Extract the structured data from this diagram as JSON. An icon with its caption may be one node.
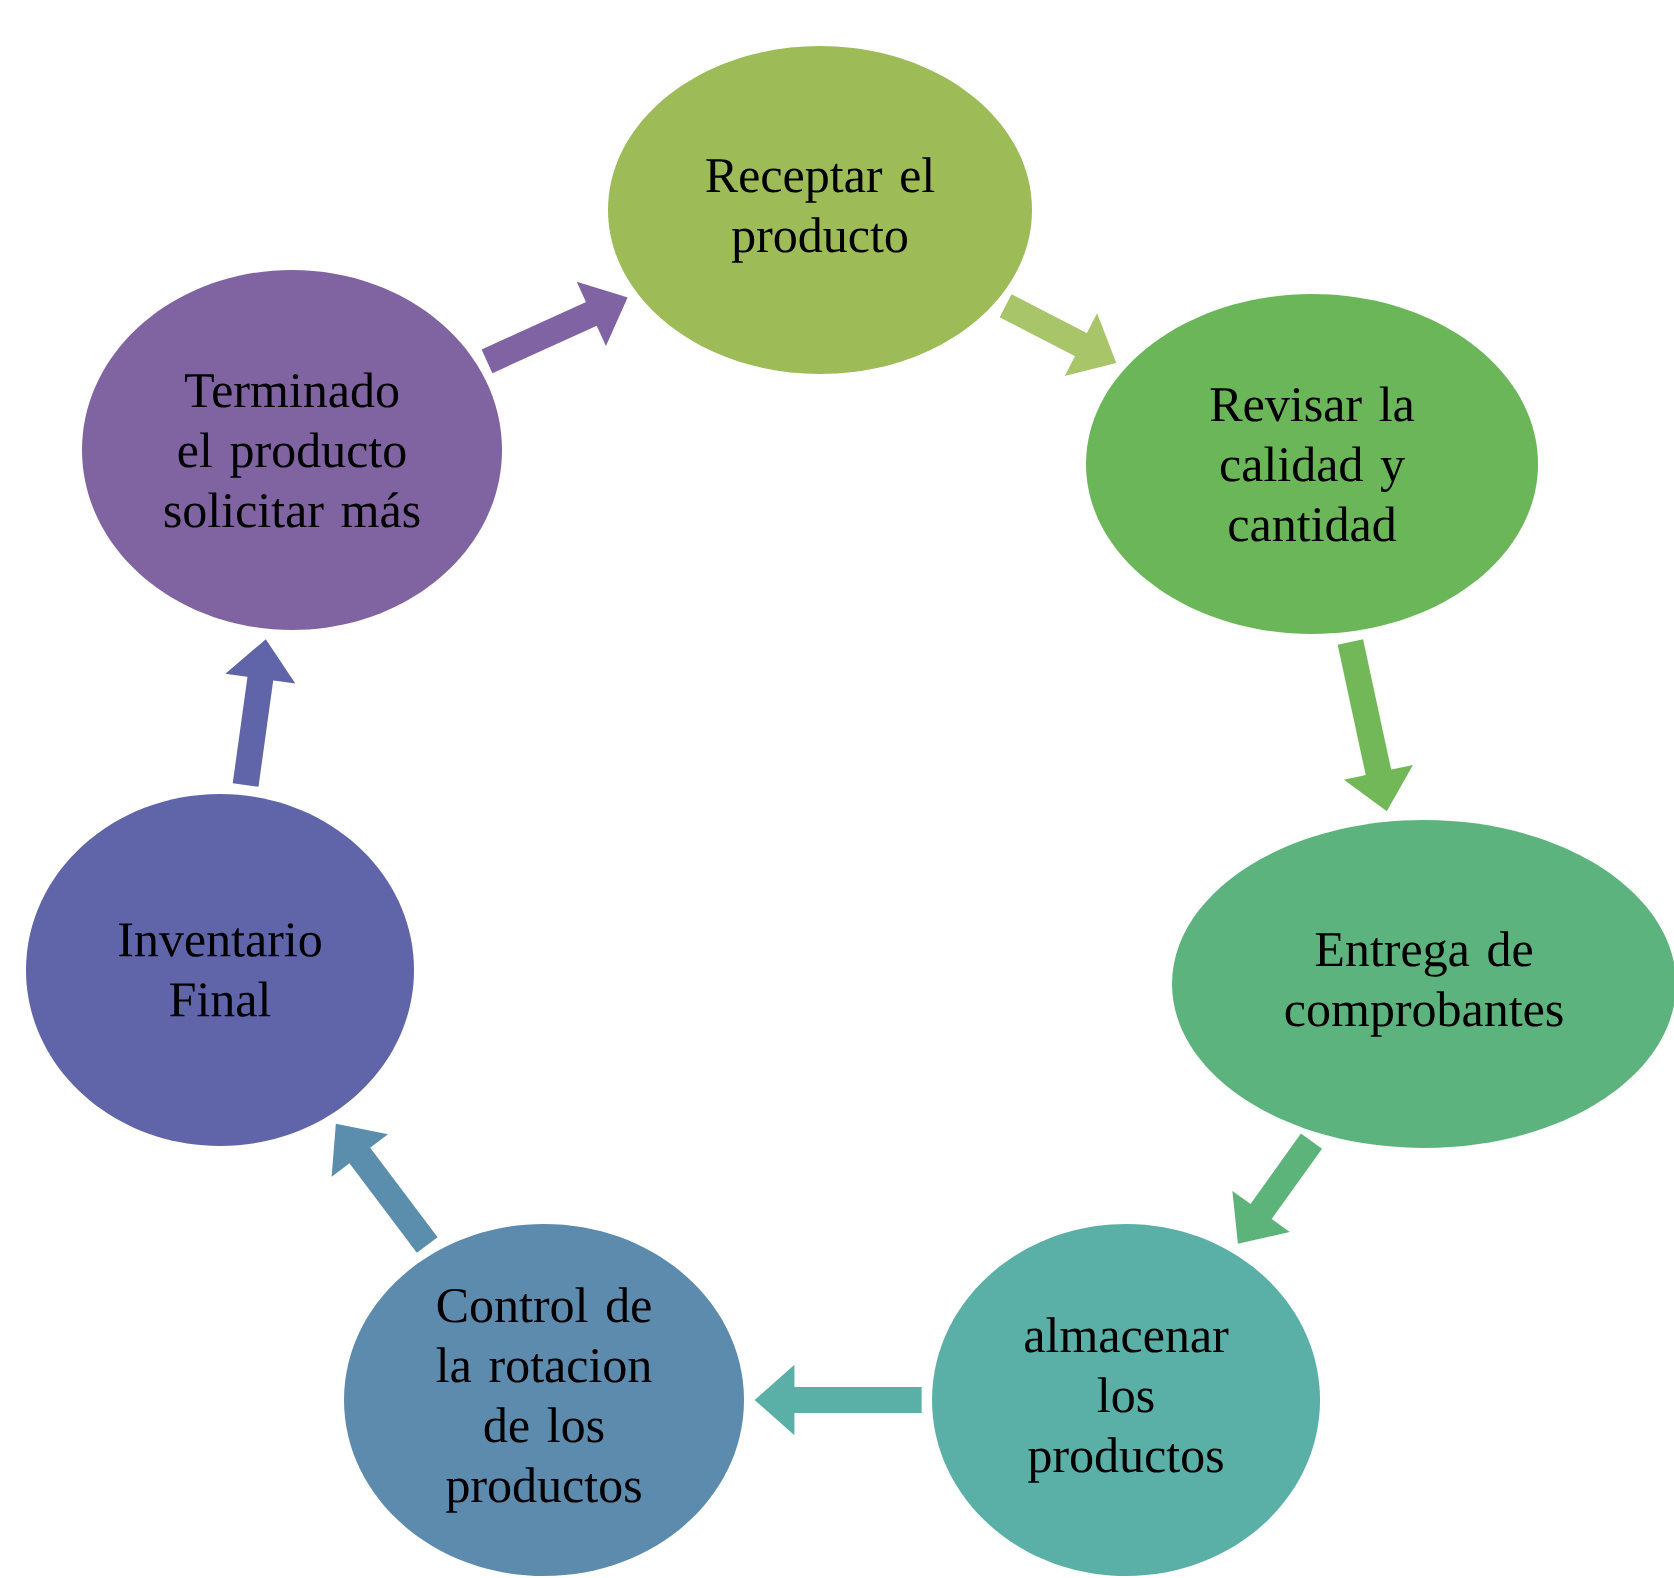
{
  "diagram": {
    "nodes": [
      {
        "text": [
          "Receptar el producto"
        ]
      },
      {
        "text": [
          "Revisar la calidad y cantidad"
        ]
      },
      {
        "text": [
          "Entrega de comprobantes"
        ]
      },
      {
        "text": [
          "almacenar los productos"
        ]
      },
      {
        "text": [
          "Control de la rotacion de los productos"
        ]
      },
      {
        "text": [
          "Inventario Final"
        ]
      },
      {
        "text": [
          "Terminado el producto solicitar más"
        ]
      }
    ],
    "edges": [
      {
        "from": 0,
        "to": 1,
        "arrow": "to",
        "color": "#a9c56a"
      },
      {
        "from": 1,
        "to": 2,
        "arrow": "to",
        "color": "#72b858"
      },
      {
        "from": 2,
        "to": 3,
        "arrow": "to",
        "color": "#5db47a"
      },
      {
        "from": 3,
        "to": 4,
        "arrow": "to",
        "color": "#5aafa6"
      },
      {
        "from": 4,
        "to": 5,
        "arrow": "to",
        "color": "#5b8dad"
      },
      {
        "from": 5,
        "to": 6,
        "arrow": "to",
        "color": "#6064a8"
      },
      {
        "from": 6,
        "to": 0,
        "arrow": "to",
        "color": "#7f63a3"
      }
    ]
  }
}
